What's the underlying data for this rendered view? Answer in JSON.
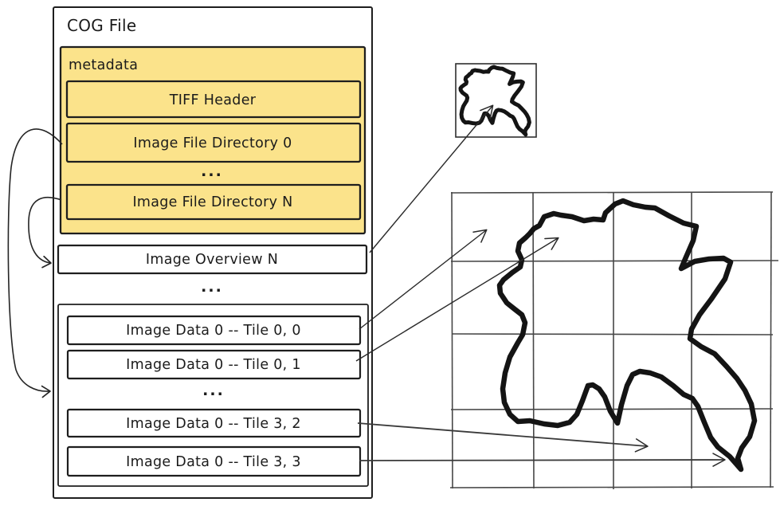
{
  "cog": {
    "title": "COG File",
    "metadata": {
      "label": "metadata",
      "tiff_header": "TIFF Header",
      "ifd_0": "Image File Directory 0",
      "ellipsis": "...",
      "ifd_n": "Image File Directory N"
    },
    "overview_n": "Image Overview N",
    "ellipsis": "...",
    "data": {
      "tile_0_0": "Image Data 0 -- Tile 0, 0",
      "tile_0_1": "Image Data 0 -- Tile 0, 1",
      "ellipsis": "...",
      "tile_3_2": "Image Data 0 -- Tile 3, 2",
      "tile_3_3": "Image Data 0 -- Tile 3, 3"
    }
  },
  "map": {
    "grid_rows": 4,
    "grid_cols": 4
  },
  "colors": {
    "metadata_fill": "#fbe38b",
    "stroke": "#1e1e1e",
    "background": "#ffffff"
  }
}
